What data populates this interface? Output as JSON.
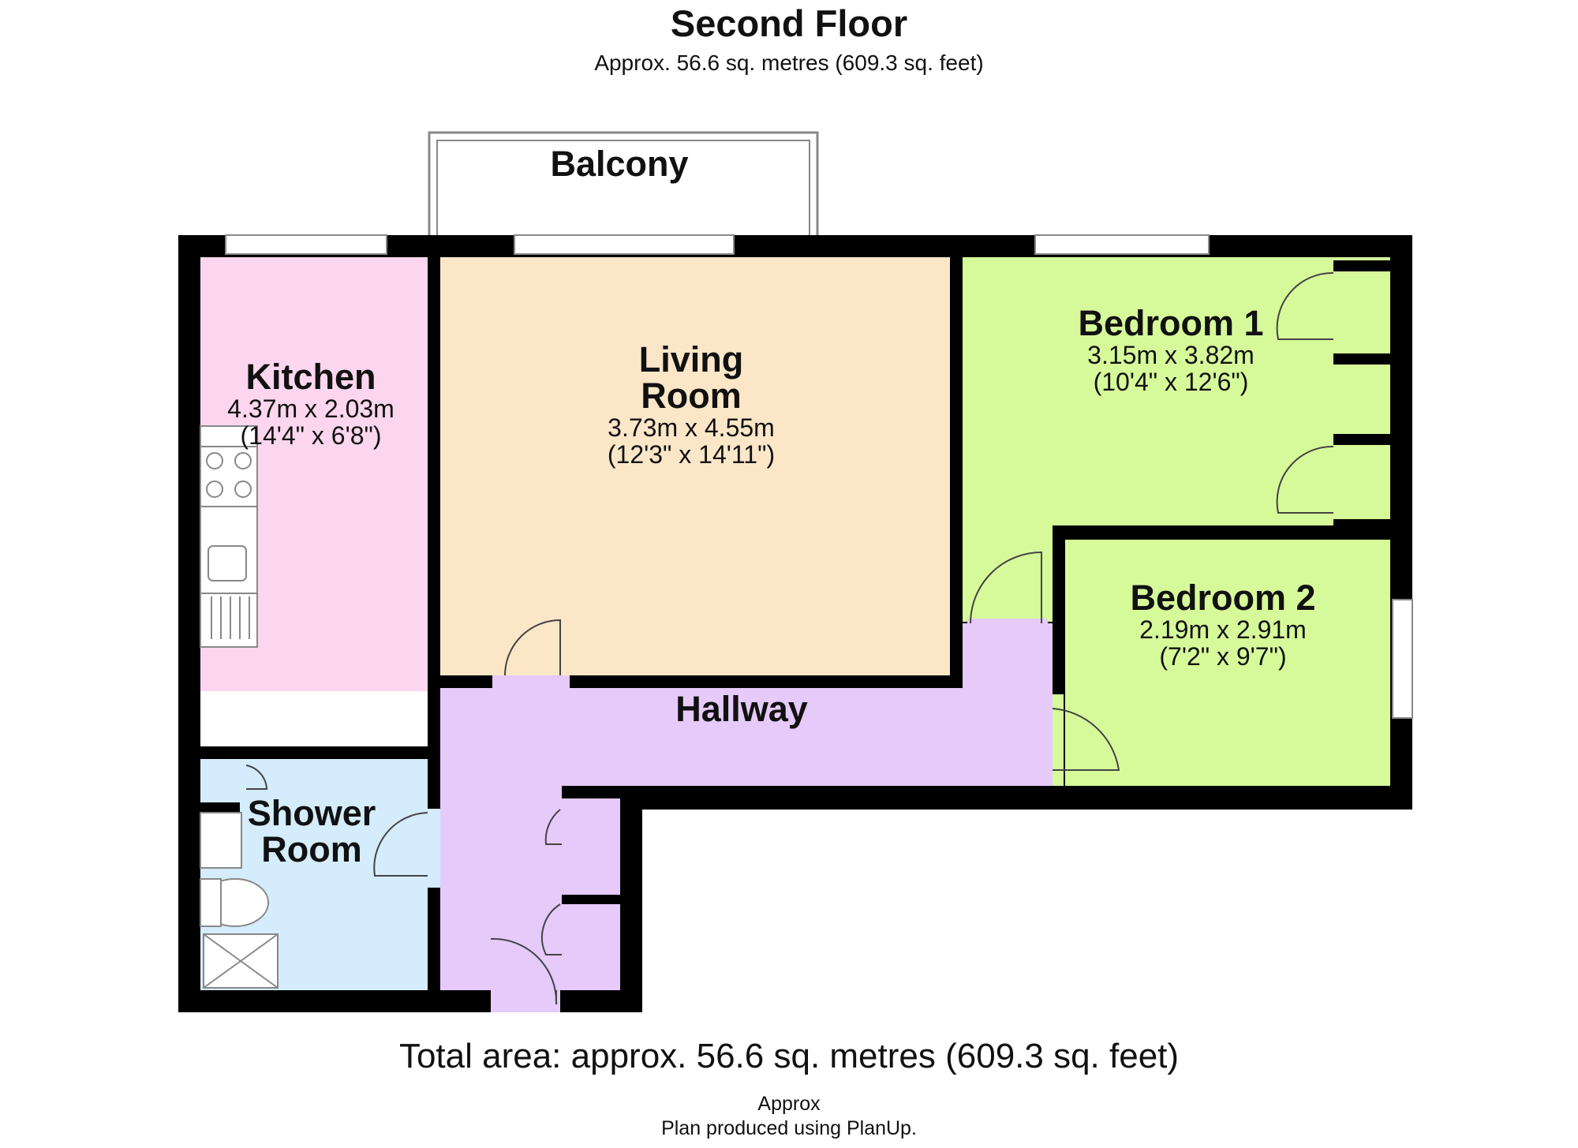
{
  "floor_title": "Second Floor",
  "floor_area": "Approx. 56.6 sq. metres (609.3 sq. feet)",
  "rooms": {
    "balcony": {
      "name": "Balcony"
    },
    "kitchen": {
      "name": "Kitchen",
      "metric": "4.37m x 2.03m",
      "imperial": "(14'4\" x 6'8\")",
      "color": "#fbd6ee"
    },
    "living_room": {
      "name_line1": "Living",
      "name_line2": "Room",
      "metric": "3.73m x 4.55m",
      "imperial": "(12'3\" x 14'11\")",
      "color": "#fbe7c8"
    },
    "bedroom1": {
      "name": "Bedroom 1",
      "metric": "3.15m x 3.82m",
      "imperial": "(10'4\" x 12'6\")",
      "color": "#d6fa9a"
    },
    "bedroom2": {
      "name": "Bedroom 2",
      "metric": "2.19m x 2.91m",
      "imperial": "(7'2\" x 9'7\")",
      "color": "#d6fa9a"
    },
    "hallway": {
      "name": "Hallway",
      "color": "#e5cafa"
    },
    "shower_room": {
      "name_line1": "Shower",
      "name_line2": "Room",
      "color": "#d4ecfb"
    }
  },
  "wall_color": "#000000",
  "total_area": "Total area: approx. 56.6 sq. metres (609.3 sq. feet)",
  "footer_note": "Approx",
  "footer_credit": "Plan produced using PlanUp."
}
